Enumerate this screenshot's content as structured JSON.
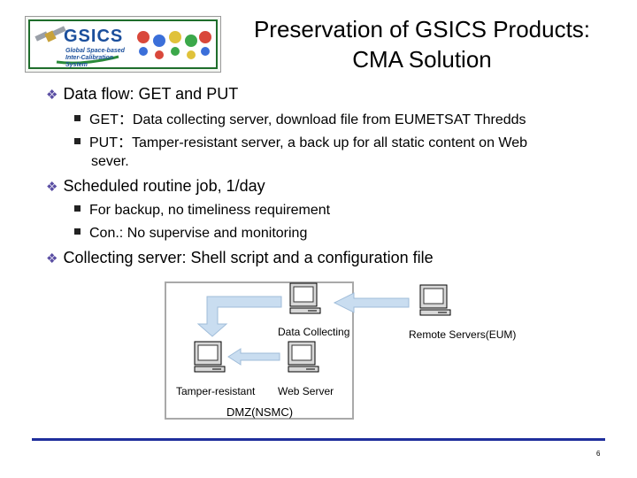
{
  "logo": {
    "alt": "GSICS Global Space-based Inter-Calibration System",
    "word": "GSICS",
    "tagline": "Global Space-based Inter-Calibration System"
  },
  "title": {
    "line1": "Preservation of GSICS Products:",
    "line2": "CMA Solution"
  },
  "bullets": [
    {
      "text": "Data flow: GET and PUT",
      "subs": [
        "GET：Data collecting server, download file from EUMETSAT Thredds",
        "PUT：Tamper-resistant server, a back up for all static content on Web",
        "sever."
      ]
    },
    {
      "text": "Scheduled routine job, 1/day",
      "subs": [
        "For backup, no timeliness requirement",
        "Con.: No supervise and monitoring"
      ]
    },
    {
      "text": "Collecting server: Shell script and a configuration file",
      "subs": []
    }
  ],
  "diagram": {
    "data_collecting": "Data Collecting",
    "remote_servers": "Remote Servers(EUM)",
    "tamper_resistant": "Tamper-resistant",
    "web_server": "Web Server",
    "dmz": "DMZ(NSMC)"
  },
  "page_number": "6",
  "colors": {
    "bullet_diamond": "#5a4ea3",
    "arrow_fill": "#c9ddf0",
    "arrow_stroke": "#9fbcd9",
    "footer_line": "#1f2f9c",
    "logo_blue": "#1b4f9c",
    "logo_green": "#1f6e2c"
  }
}
